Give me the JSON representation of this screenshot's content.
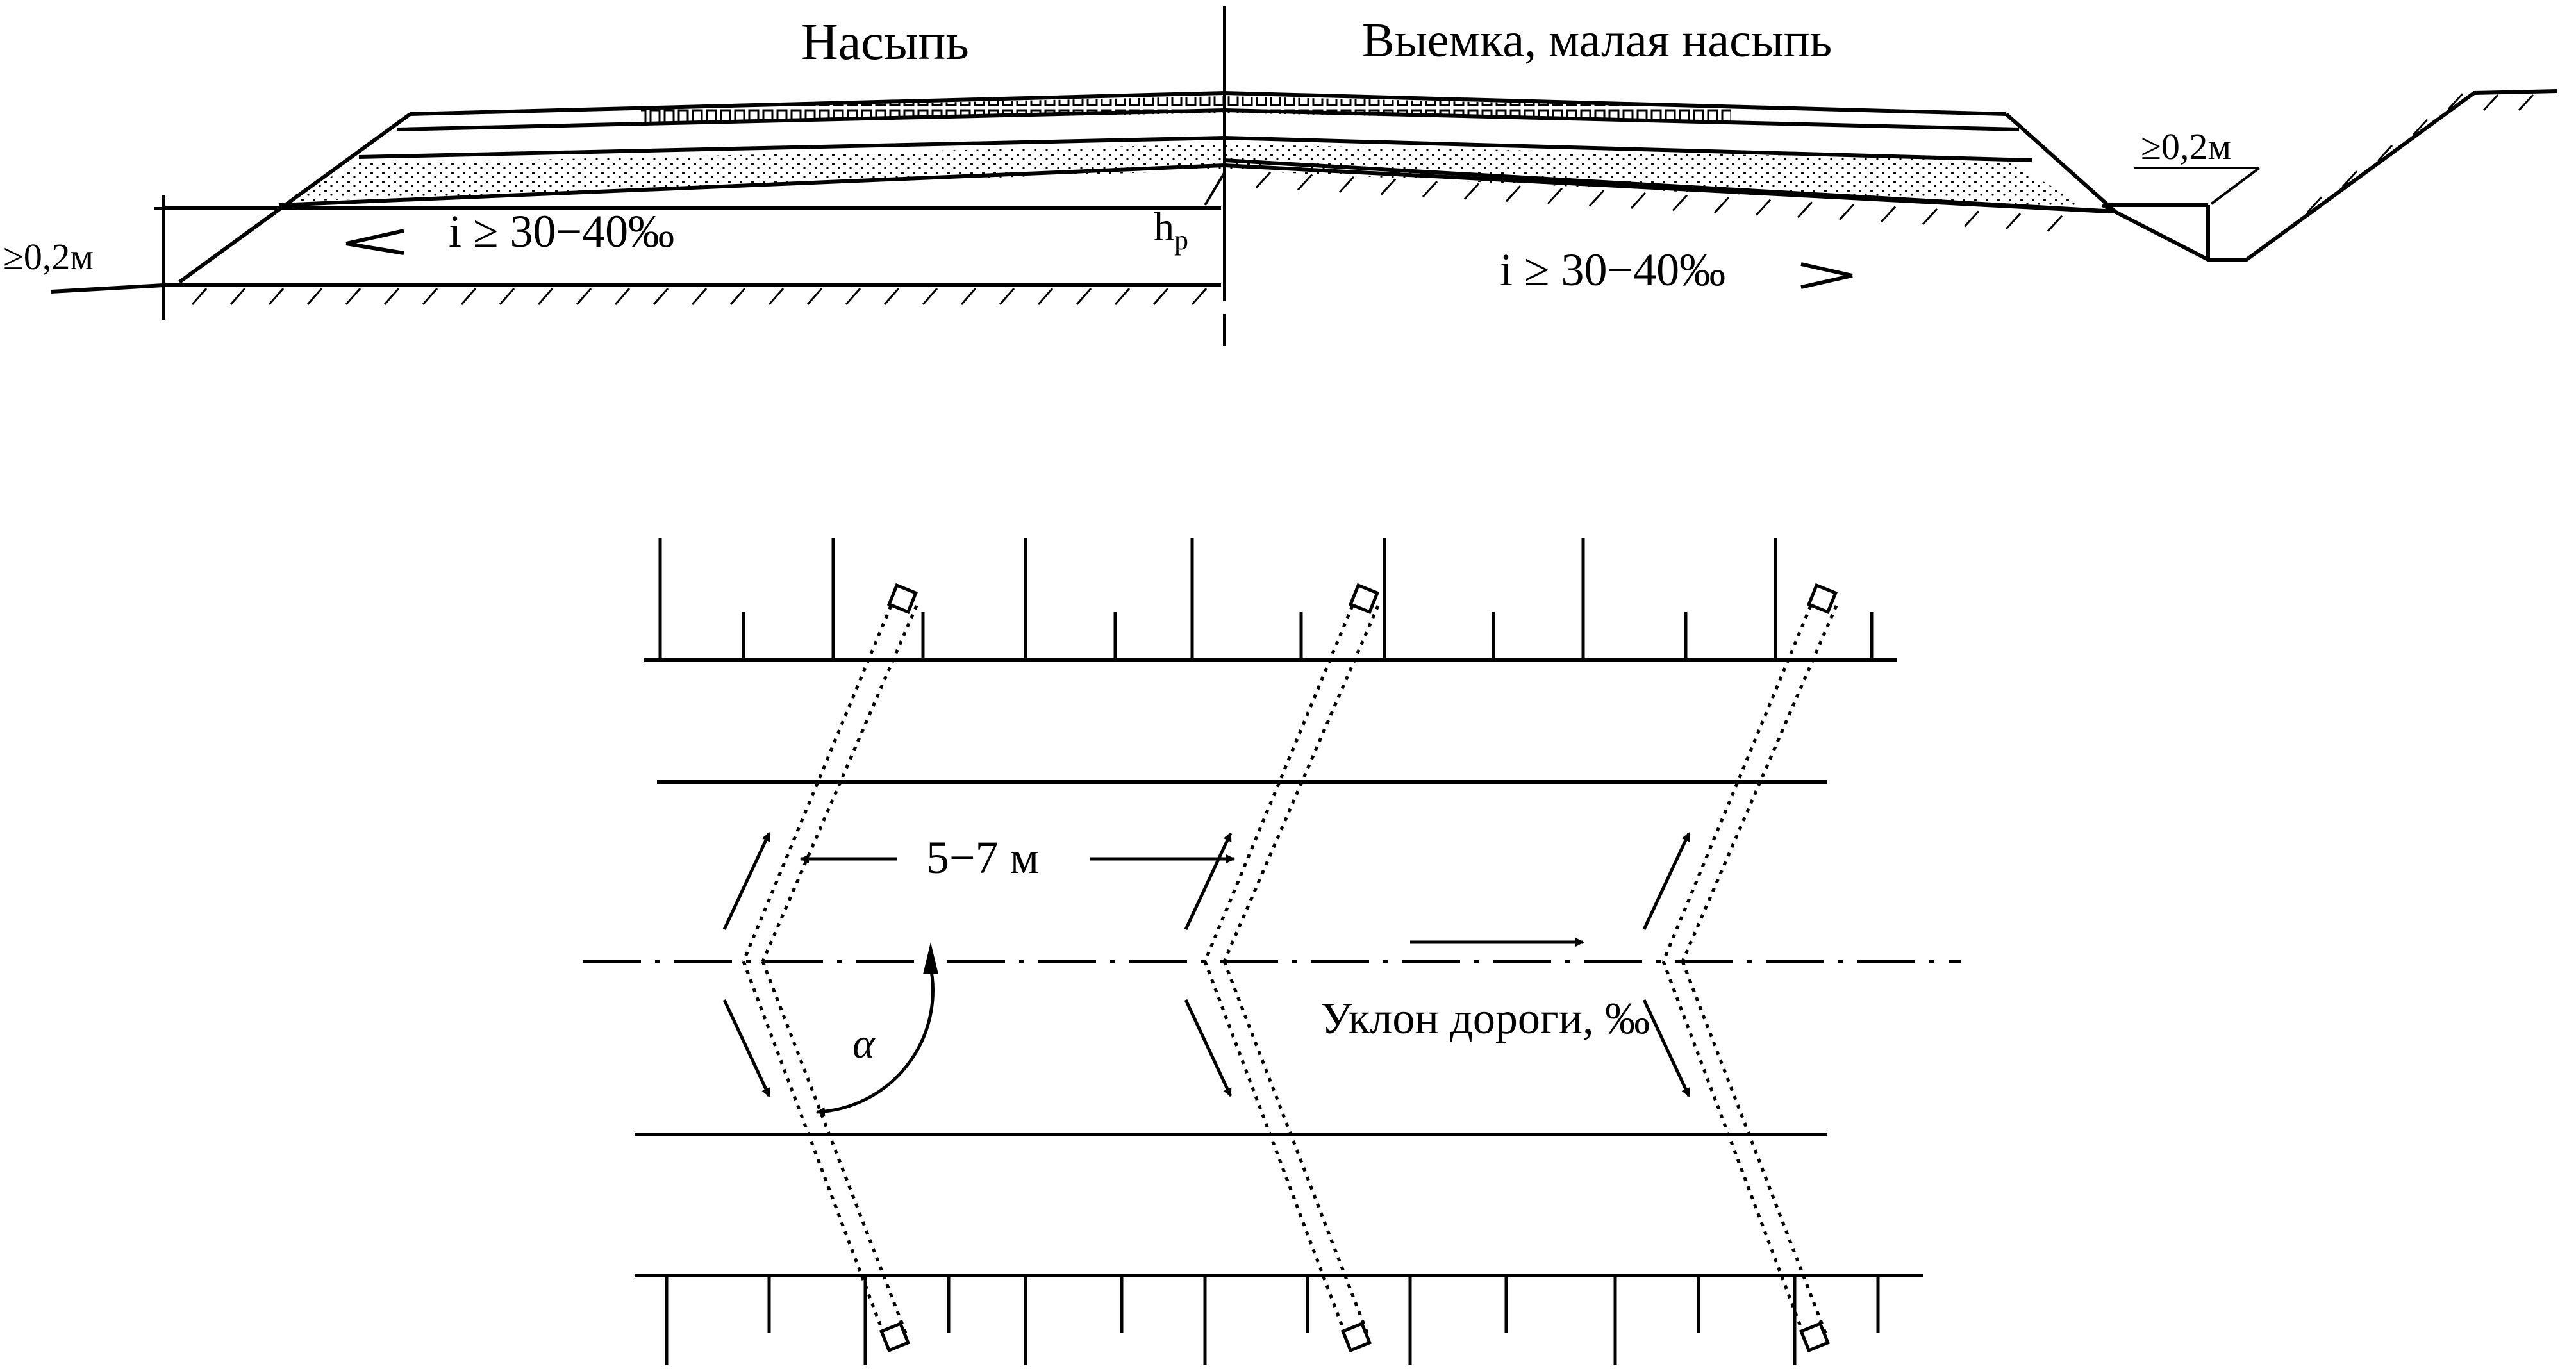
{
  "section": {
    "label_left": "Насыпь",
    "label_right": "Выемка, малая насыпь",
    "depth_left": "≥0,2м",
    "depth_right": "≥0,2м",
    "slope_left": "i ≥ 30−40‰",
    "slope_right": "i ≥ 30−40‰",
    "hp_main": "h",
    "hp_sub": "р"
  },
  "plan": {
    "spacing": "5−7 м",
    "road_slope": "Уклон дороги, ‰",
    "angle": "α"
  },
  "colors": {
    "ink": "#000000",
    "background": "#ffffff"
  }
}
